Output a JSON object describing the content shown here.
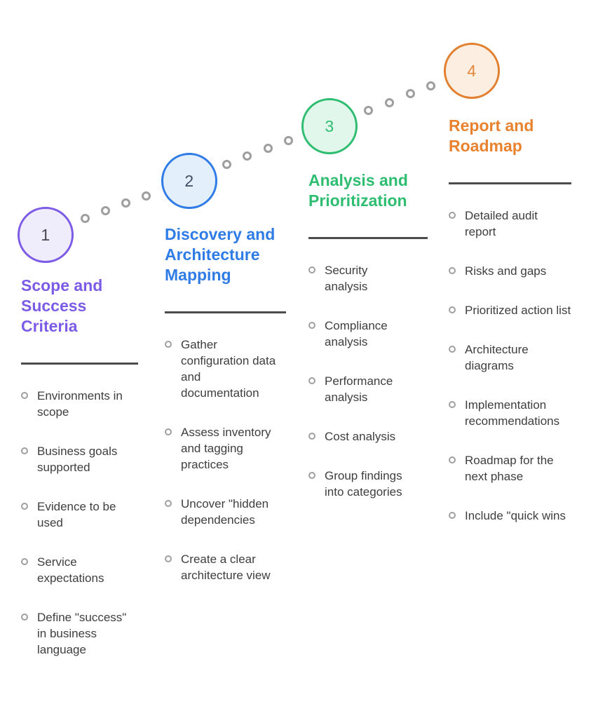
{
  "diagram": {
    "steps": [
      {
        "number": "1",
        "title": "Scope and Success Criteria",
        "accent_color": "#7c5ce6",
        "circle_fill": "#efecfc",
        "items": [
          "Environments in scope",
          "Business goals supported",
          "Evidence to be used",
          "Service expectations",
          "Define \"success\" in business language"
        ]
      },
      {
        "number": "2",
        "title": "Discovery and Architecture Mapping",
        "accent_color": "#2f7ce6",
        "circle_fill": "#e4effc",
        "items": [
          "Gather configuration data and documentation",
          "Assess inventory and tagging practices",
          "Uncover \"hidden dependencies",
          "Create a clear architecture view"
        ]
      },
      {
        "number": "3",
        "title": "Analysis and Prioritization",
        "accent_color": "#2ebd71",
        "circle_fill": "#e2f7eb",
        "items": [
          "Security analysis",
          "Compliance analysis",
          "Performance analysis",
          "Cost analysis",
          "Group findings into categories"
        ]
      },
      {
        "number": "4",
        "title": "Report and Roadmap",
        "accent_color": "#e8822f",
        "circle_fill": "#fcefe2",
        "items": [
          "Detailed audit report",
          "Risks and gaps",
          "Prioritized action list",
          "Architecture diagrams",
          "Implementation recommendations",
          "Roadmap for the next phase",
          "Include \"quick wins"
        ]
      }
    ],
    "connector_dot_color": "#9e9e9e",
    "divider_color": "#4c4c4c",
    "body_text_color": "#3e3e3e"
  }
}
